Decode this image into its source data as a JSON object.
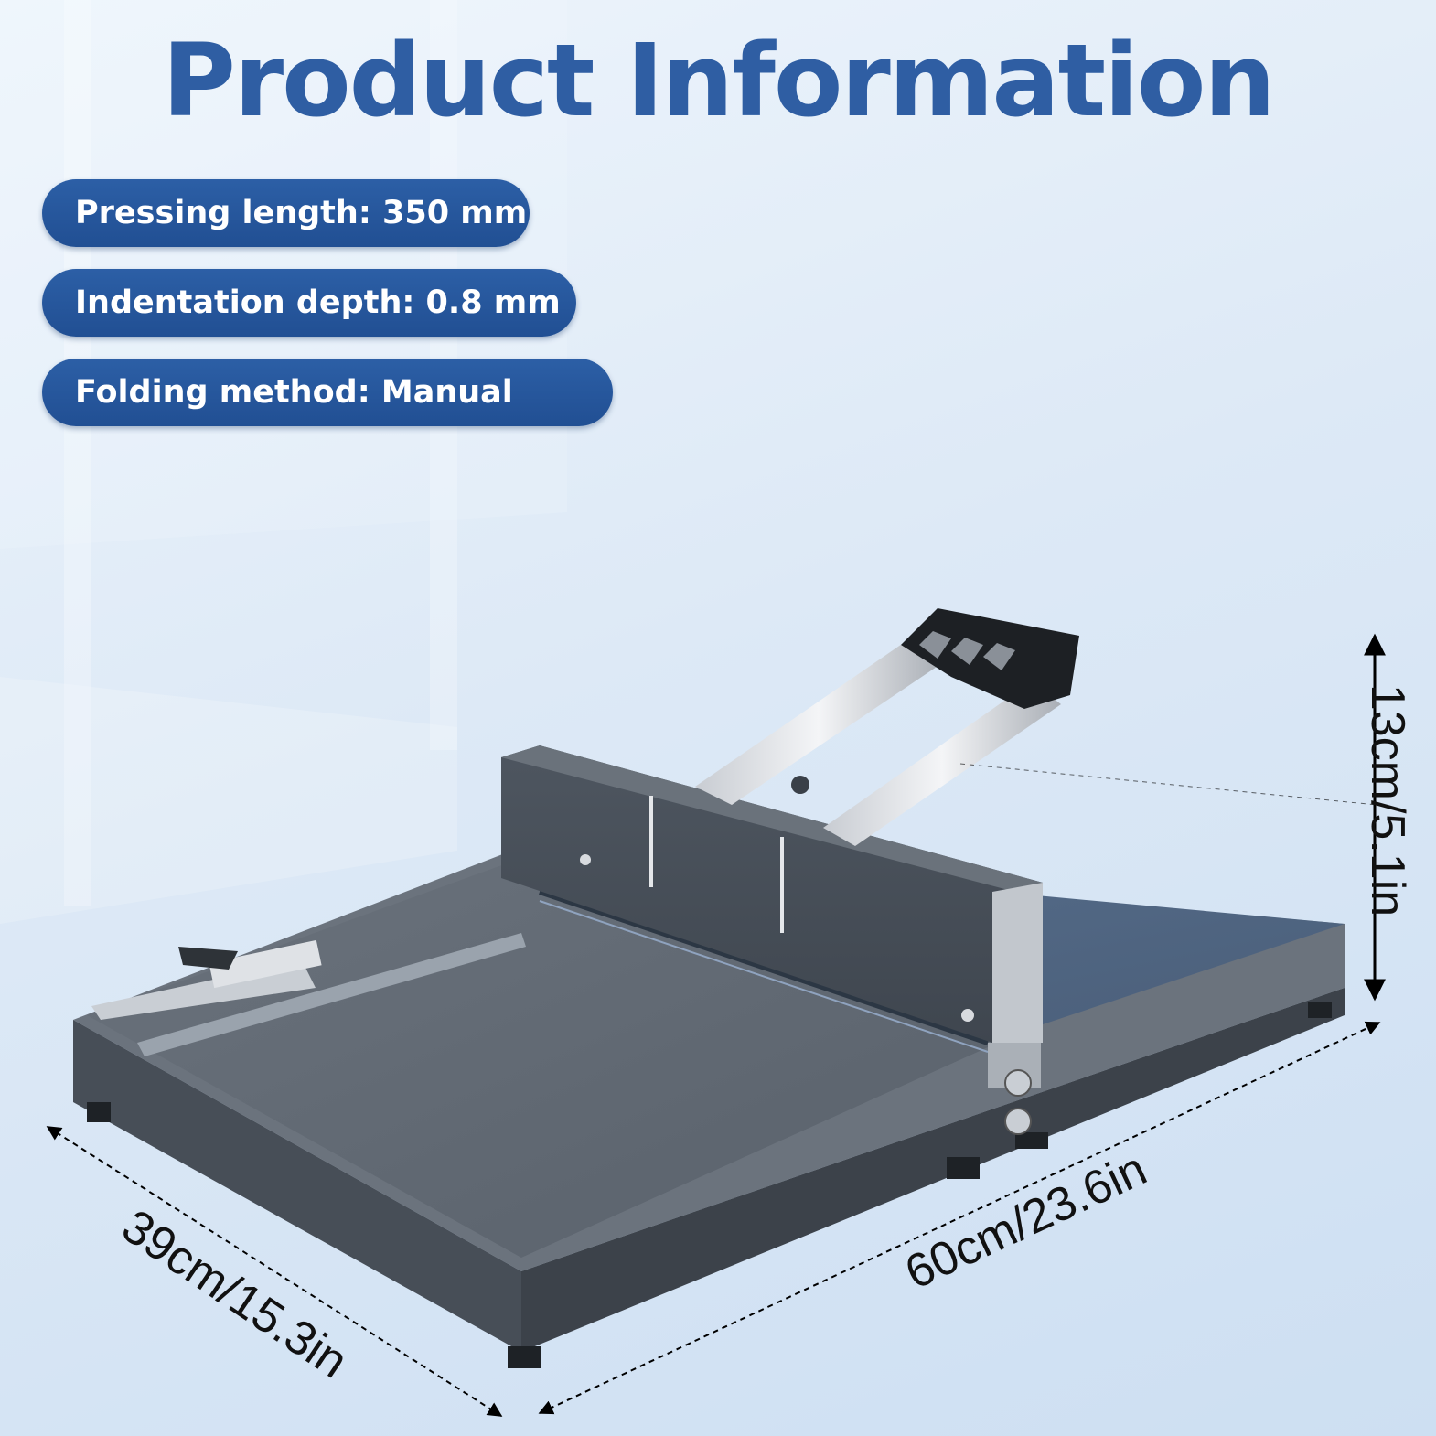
{
  "title": "Product Information",
  "specs": [
    {
      "label": "Pressing length: 350 mm"
    },
    {
      "label": "Indentation depth: 0.8 mm"
    },
    {
      "label": "Folding method: Manual"
    }
  ],
  "dimensions": {
    "height": "13cm/5.1in",
    "width": "60cm/23.6in",
    "depth": "39cm/15.3in"
  },
  "colors": {
    "title": "#2f5ea3",
    "pill": "#2a5ca2",
    "machine_body": "#5f6770"
  },
  "image": {
    "subject": "manual paper creasing machine"
  }
}
